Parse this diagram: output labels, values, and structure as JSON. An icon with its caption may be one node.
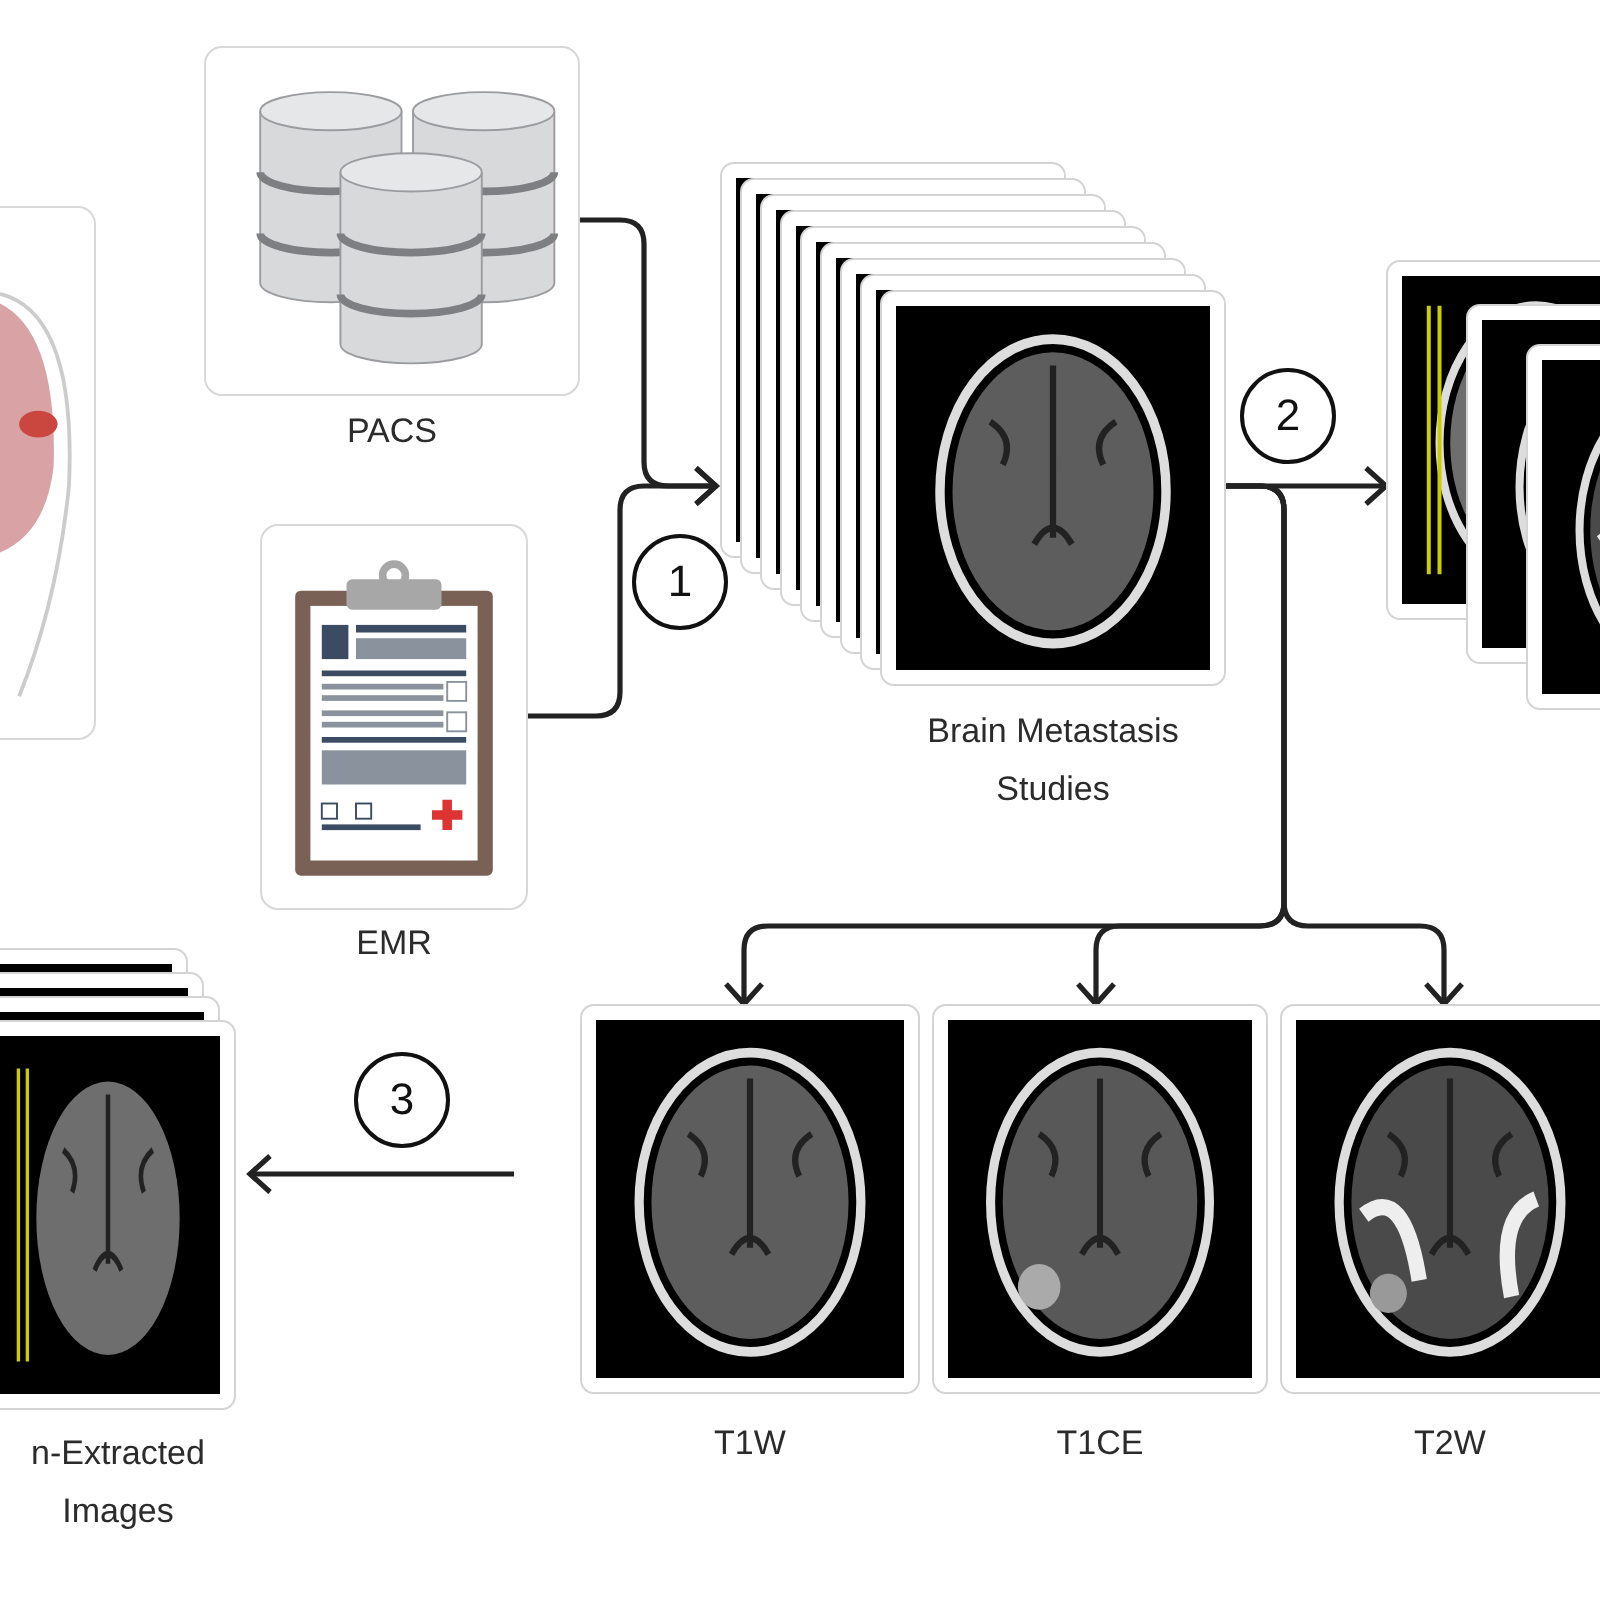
{
  "diagram": {
    "nodes": [
      {
        "text": [],
        "shape": "picture"
      },
      {
        "text": [
          "PACS"
        ]
      },
      {
        "text": [
          "EMR"
        ]
      },
      {
        "text": [
          "Brain Metastasis Studies"
        ]
      },
      {
        "text": [],
        "shape": "picture"
      },
      {
        "text": [
          "T1W"
        ]
      },
      {
        "text": [
          "T1CE"
        ]
      },
      {
        "text": [
          "T2W"
        ]
      },
      {
        "text": [
          "n-Extracted Images"
        ]
      }
    ],
    "edges": [
      {
        "from": 1,
        "to": 3,
        "arrow": "to"
      },
      {
        "from": 2,
        "to": 3,
        "arrow": "to"
      },
      {
        "from": 3,
        "to": 4,
        "arrow": "to"
      },
      {
        "from": 3,
        "to": 5,
        "arrow": "to"
      },
      {
        "from": 3,
        "to": 6,
        "arrow": "to"
      },
      {
        "from": 3,
        "to": 7,
        "arrow": "to"
      },
      {
        "from": null,
        "to": 8,
        "arrow": "to"
      }
    ],
    "labels": [
      "1",
      "2",
      "3"
    ]
  }
}
